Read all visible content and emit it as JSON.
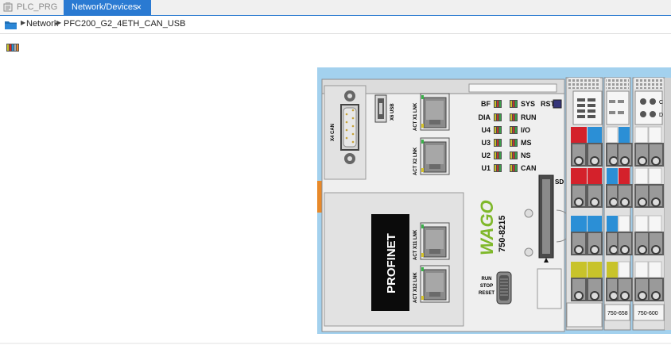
{
  "tabs": [
    {
      "label": "PLC_PRG",
      "active": false
    },
    {
      "label": "Network/Devices",
      "active": true
    }
  ],
  "tab_close": "×",
  "breadcrumb": {
    "items": [
      "Network",
      "PFC200_G2_4ETH_CAN_USB"
    ]
  },
  "controller": {
    "model": "750-8215",
    "brand": "WAGO",
    "profinet": "PROFINET",
    "ports": {
      "x4": "X4 CAN",
      "x6": "X6 USB",
      "x1": "ACT  X1  LNK",
      "x2": "ACT  X2  LNK",
      "x11": "ACT  X11  LNK",
      "x12": "ACT  X12  LNK"
    },
    "leds_left": [
      "BF",
      "DIA",
      "U4",
      "U3",
      "U2",
      "U1"
    ],
    "leds_right": [
      "SYS",
      "RUN",
      "I/O",
      "MS",
      "NS",
      "CAN"
    ],
    "rst": "RST",
    "sd": "SD",
    "switch": [
      "RUN",
      "STOP",
      "RESET"
    ]
  },
  "modules": [
    {
      "label": "750-658"
    },
    {
      "label": "750-600"
    }
  ],
  "colors": {
    "accent": "#2a7ad2",
    "rail": "#a3d1ee",
    "led_red": "#d4212b",
    "blue": "#2b8fd6",
    "yellow": "#c8c32a",
    "orange": "#e8892a"
  }
}
